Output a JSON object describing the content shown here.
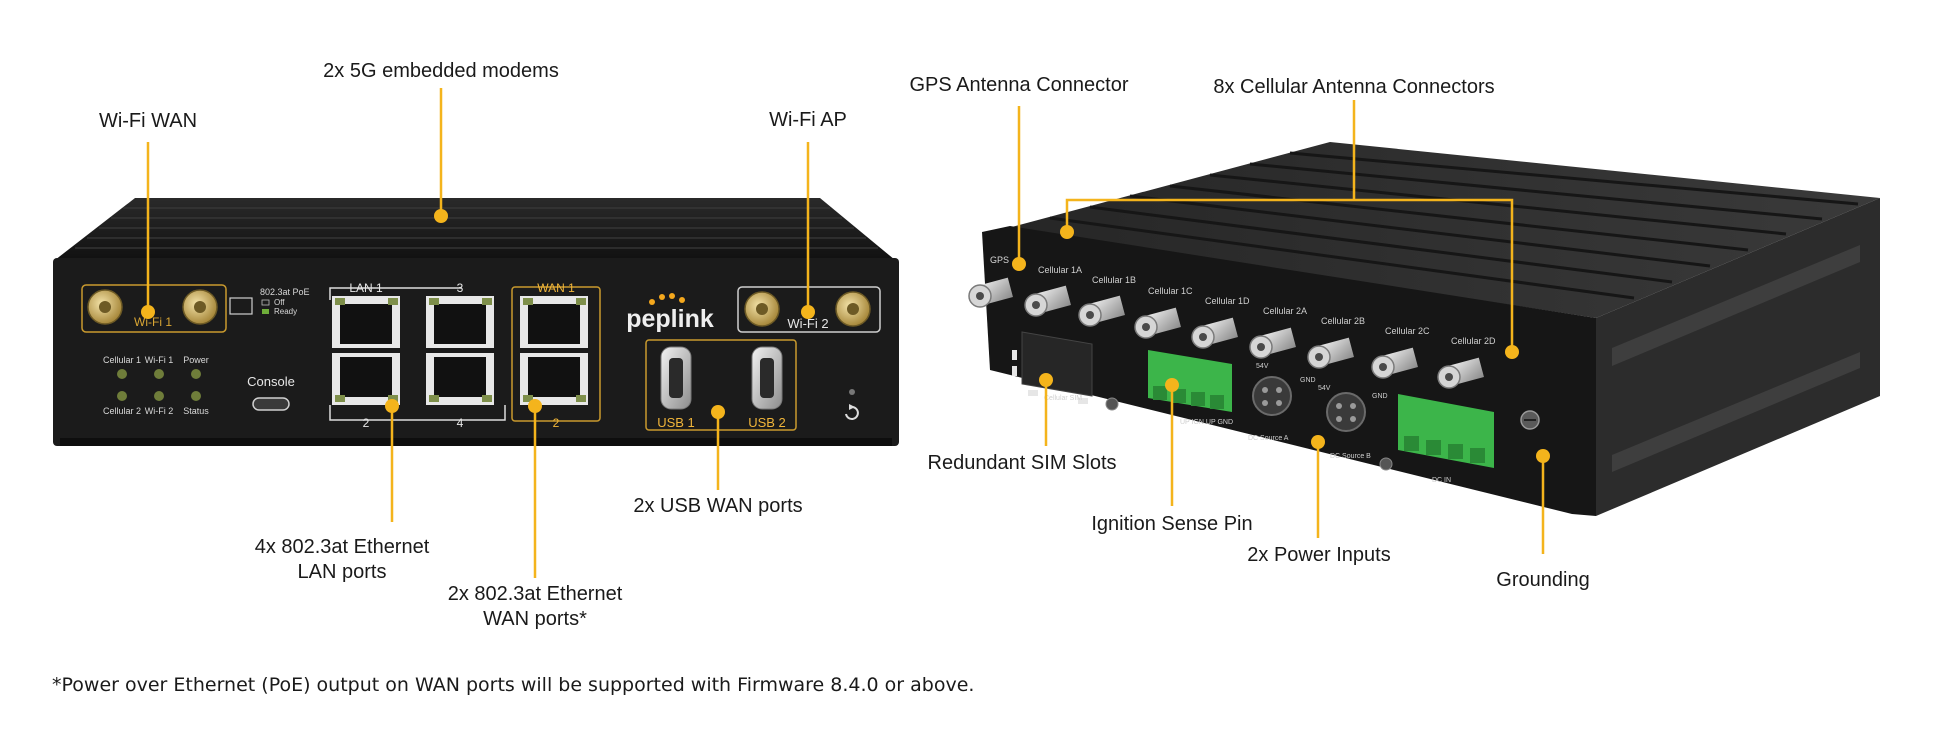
{
  "front_panel": {
    "brand": "peplink",
    "antenna_group_1": "Wi-Fi 1",
    "antenna_group_2": "Wi-Fi 2",
    "poe_legend": [
      "802.3at PoE",
      "Off",
      "Ready"
    ],
    "leds_top": [
      "Cellular 1",
      "Wi-Fi 1",
      "Power"
    ],
    "leds_bottom": [
      "Cellular 2",
      "Wi-Fi 2",
      "Status"
    ],
    "console_label": "Console",
    "lan_top_labels": [
      "LAN 1",
      "3"
    ],
    "lan_bottom_labels": [
      "2",
      "4"
    ],
    "wan_top_label": "WAN 1",
    "wan_bottom_label": "2",
    "usb_labels": [
      "USB 1",
      "USB 2"
    ]
  },
  "rear_panel": {
    "gps_label": "GPS",
    "cellular_labels": [
      "Cellular 1A",
      "Cellular 1B",
      "Cellular 1C",
      "Cellular 1D",
      "Cellular 2A",
      "Cellular 2B",
      "Cellular 2C",
      "Cellular 2D"
    ],
    "sim_label": "Cellular SIM",
    "ignition_label": "UP IGN UP GND",
    "dc_source_a": "DC Source A",
    "dc_source_b": "DC Source B",
    "dc_in": "DC IN",
    "pin_labels": [
      "54V",
      "GND",
      "54V",
      "GND"
    ]
  },
  "callouts": {
    "modems": "2x 5G embedded modems",
    "wifi_wan": "Wi-Fi WAN",
    "wifi_ap": "Wi-Fi AP",
    "lan_line1": "4x 802.3at Ethernet",
    "lan_line2": "LAN ports",
    "wan_line1": "2x 802.3at Ethernet",
    "wan_line2": "WAN ports*",
    "usb": "2x USB WAN ports",
    "gps": "GPS Antenna Connector",
    "cellular": "8x Cellular Antenna Connectors",
    "sim": "Redundant SIM Slots",
    "ignition": "Ignition Sense Pin",
    "power": "2x Power Inputs",
    "grounding": "Grounding"
  },
  "footnote": "*Power over Ethernet (PoE) output on WAN ports will be supported with Firmware 8.4.0 or above.",
  "colors": {
    "accent": "#f4b41c",
    "chassis": "#1b1b1b",
    "terminal_green": "#3cb54a"
  }
}
